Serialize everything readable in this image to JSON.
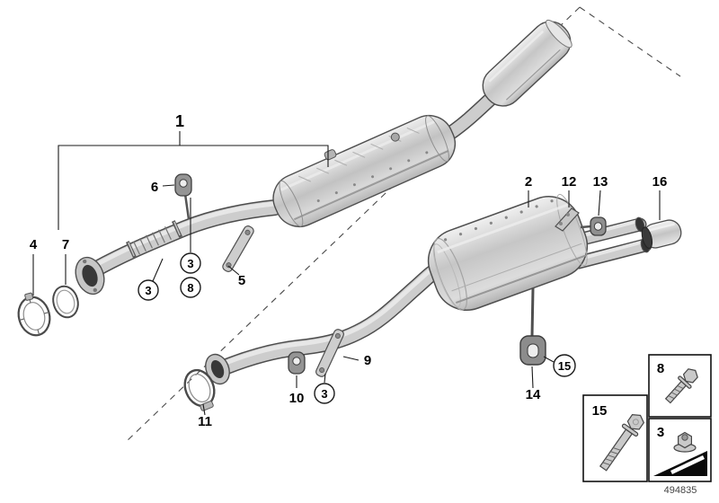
{
  "callouts": {
    "n1": "1",
    "n2": "2",
    "n3": "3",
    "n4": "4",
    "n5": "5",
    "n6": "6",
    "n7": "7",
    "n8": "8",
    "n9": "9",
    "n10": "10",
    "n11": "11",
    "n12": "12",
    "n13": "13",
    "n14": "14",
    "n15": "15",
    "n16": "16"
  },
  "fastener_boxes": {
    "long_bolt_label": "15",
    "hex_bolt_label": "8",
    "flange_nut_label": "3"
  },
  "drawing_number": "494835"
}
